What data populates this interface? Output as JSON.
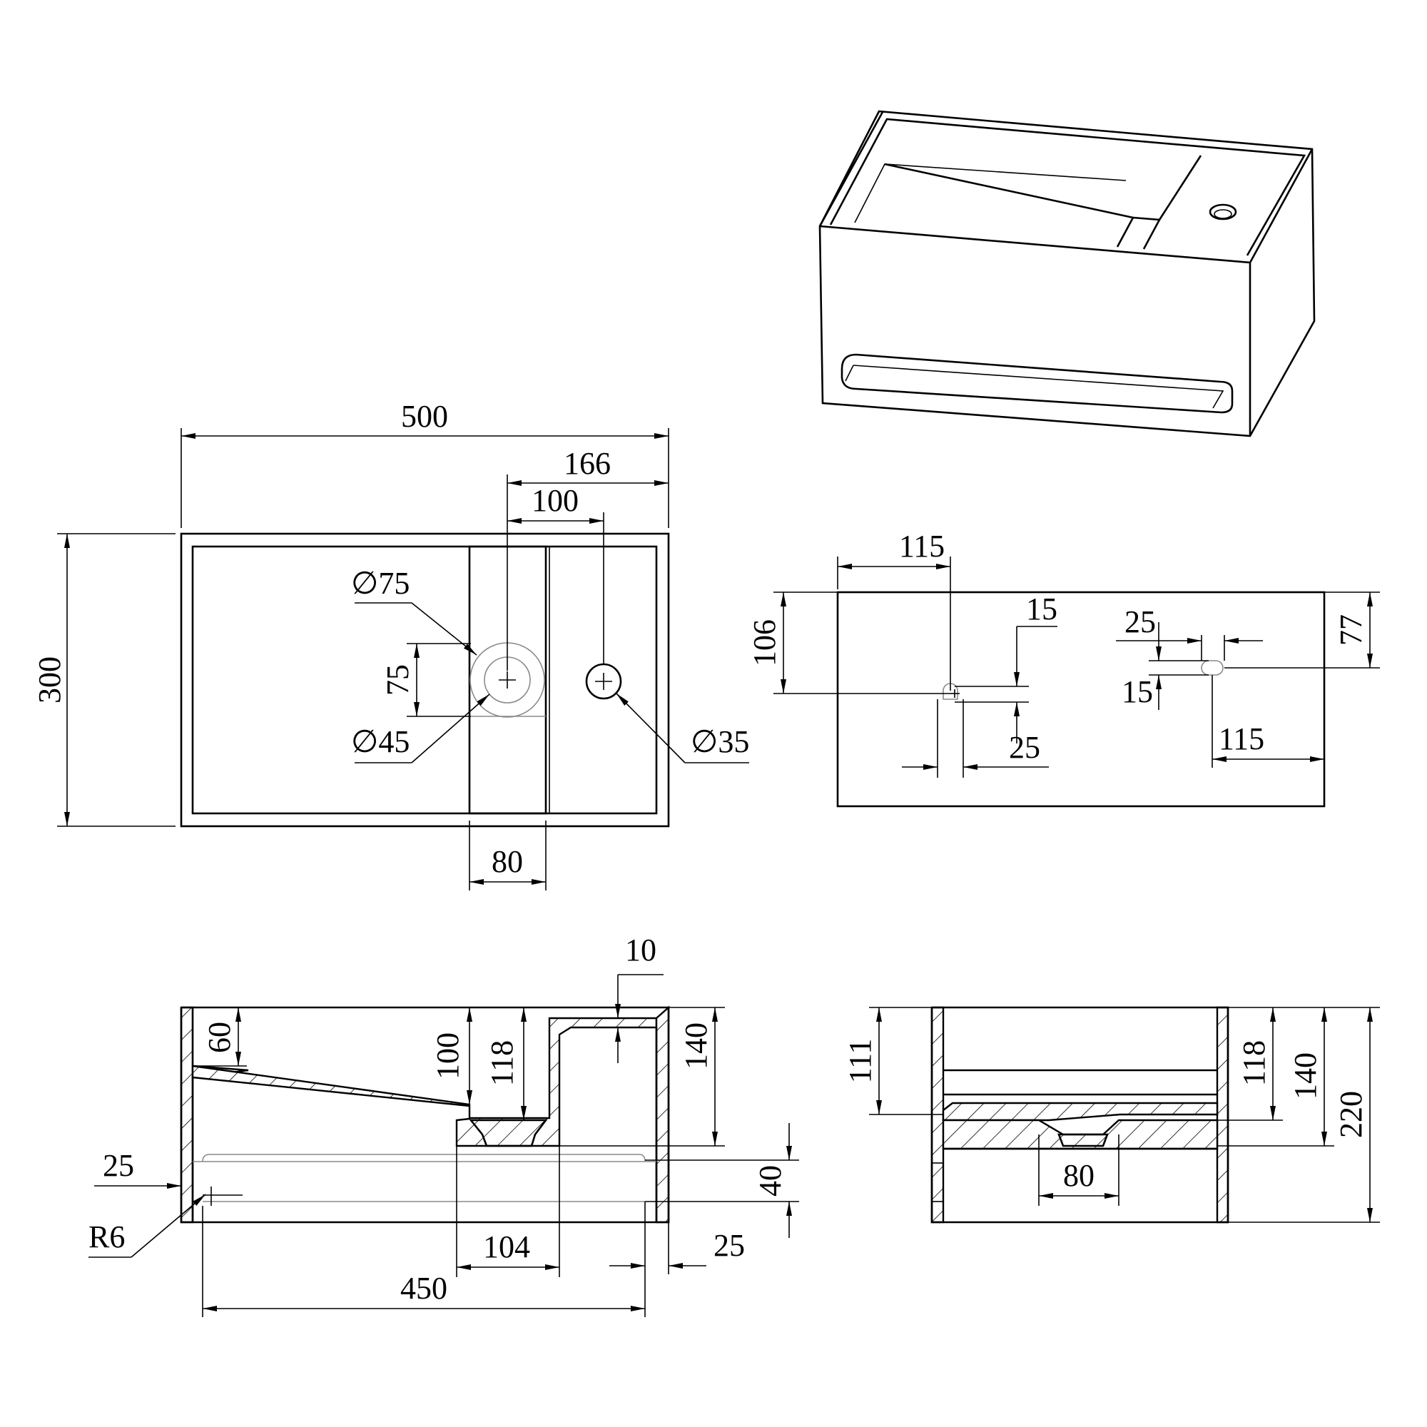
{
  "top_view": {
    "width": "500",
    "depth": "300",
    "offset_166": "166",
    "offset_100": "100",
    "dia_75": "∅75",
    "dia_45": "∅45",
    "dia_35": "∅35",
    "height_75": "75",
    "slot_80": "80"
  },
  "back_view": {
    "d115_left": "115",
    "d106": "106",
    "d15_top": "15",
    "d25_top": "25",
    "d77": "77",
    "d15_left": "15",
    "d25_bottom": "25",
    "d115_right": "115"
  },
  "side_section": {
    "d10": "10",
    "d60": "60",
    "d100": "100",
    "d118": "118",
    "d140": "140",
    "d25_left": "25",
    "d40": "40",
    "r6": "R6",
    "d104": "104",
    "d25_right": "25",
    "d450": "450"
  },
  "front_section": {
    "d111": "111",
    "d118": "118",
    "d140": "140",
    "d220": "220",
    "d80": "80"
  }
}
